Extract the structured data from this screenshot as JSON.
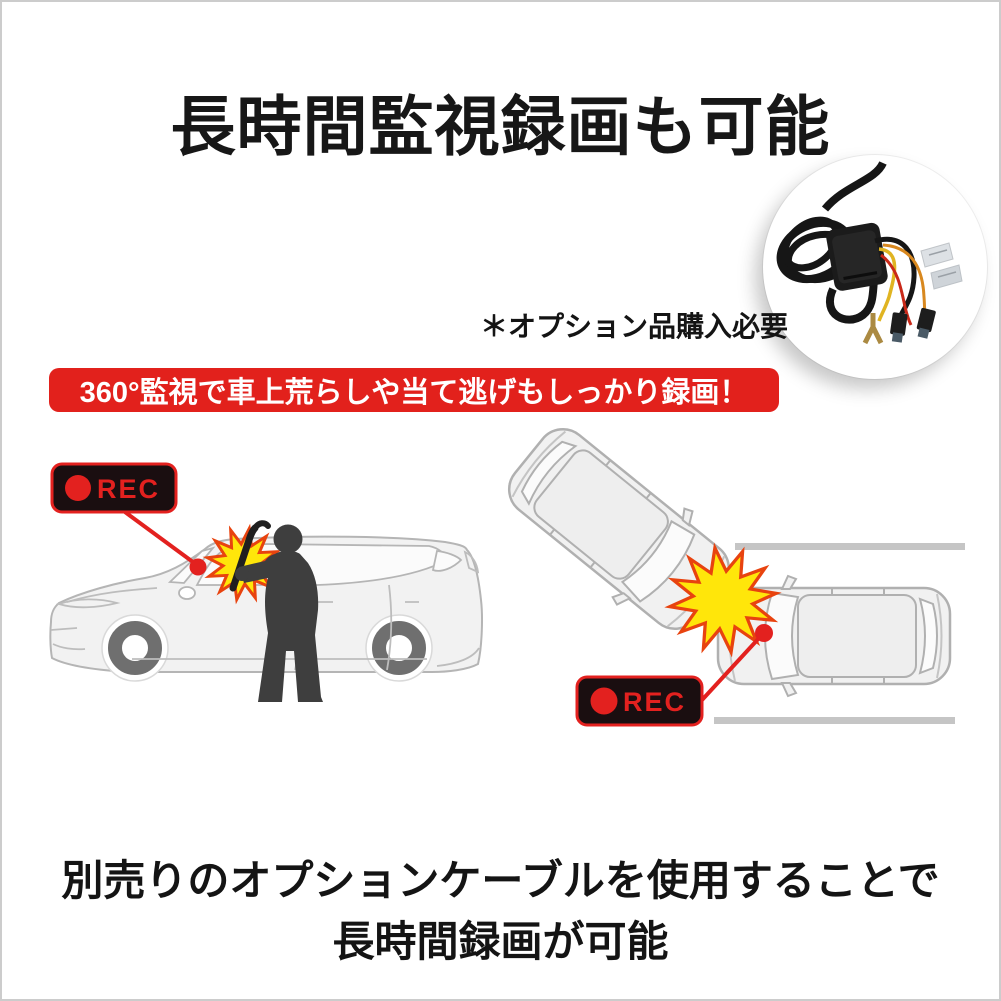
{
  "texts": {
    "title": "長時間監視録画も可能",
    "caption": "＊オプション品購入必要",
    "banner": "360°監視で車上荒らしや当て逃げもしっかり録画！",
    "bottom_line1": "別売りのオプションケーブルを使用することで",
    "bottom_line2": "長時間録画が可能"
  },
  "badges": {
    "left": {
      "label": "REC",
      "icon": "record-dot-icon"
    },
    "right": {
      "label": "REC",
      "icon": "record-dot-icon"
    }
  },
  "illustrations": {
    "photo_circle": "option-cable-product-photo",
    "left_scene": "car-break-in-with-person-silhouette",
    "right_scene": "rear-end-collision-top-view"
  },
  "colors": {
    "accent_red": "#e2211c",
    "rec_red": "#e3211f",
    "badge_background": "#1a0e10",
    "starburst_yellow": "#ffe60a",
    "starburst_edge": "#e8430f",
    "car_body": "#f1f1f1",
    "car_outline": "#b0b0b0",
    "wheel_gray": "#6f6f6f",
    "silhouette": "#3e3e3e",
    "road_line": "#c5c5c5",
    "page_border": "#cccccc",
    "text": "#171717"
  }
}
